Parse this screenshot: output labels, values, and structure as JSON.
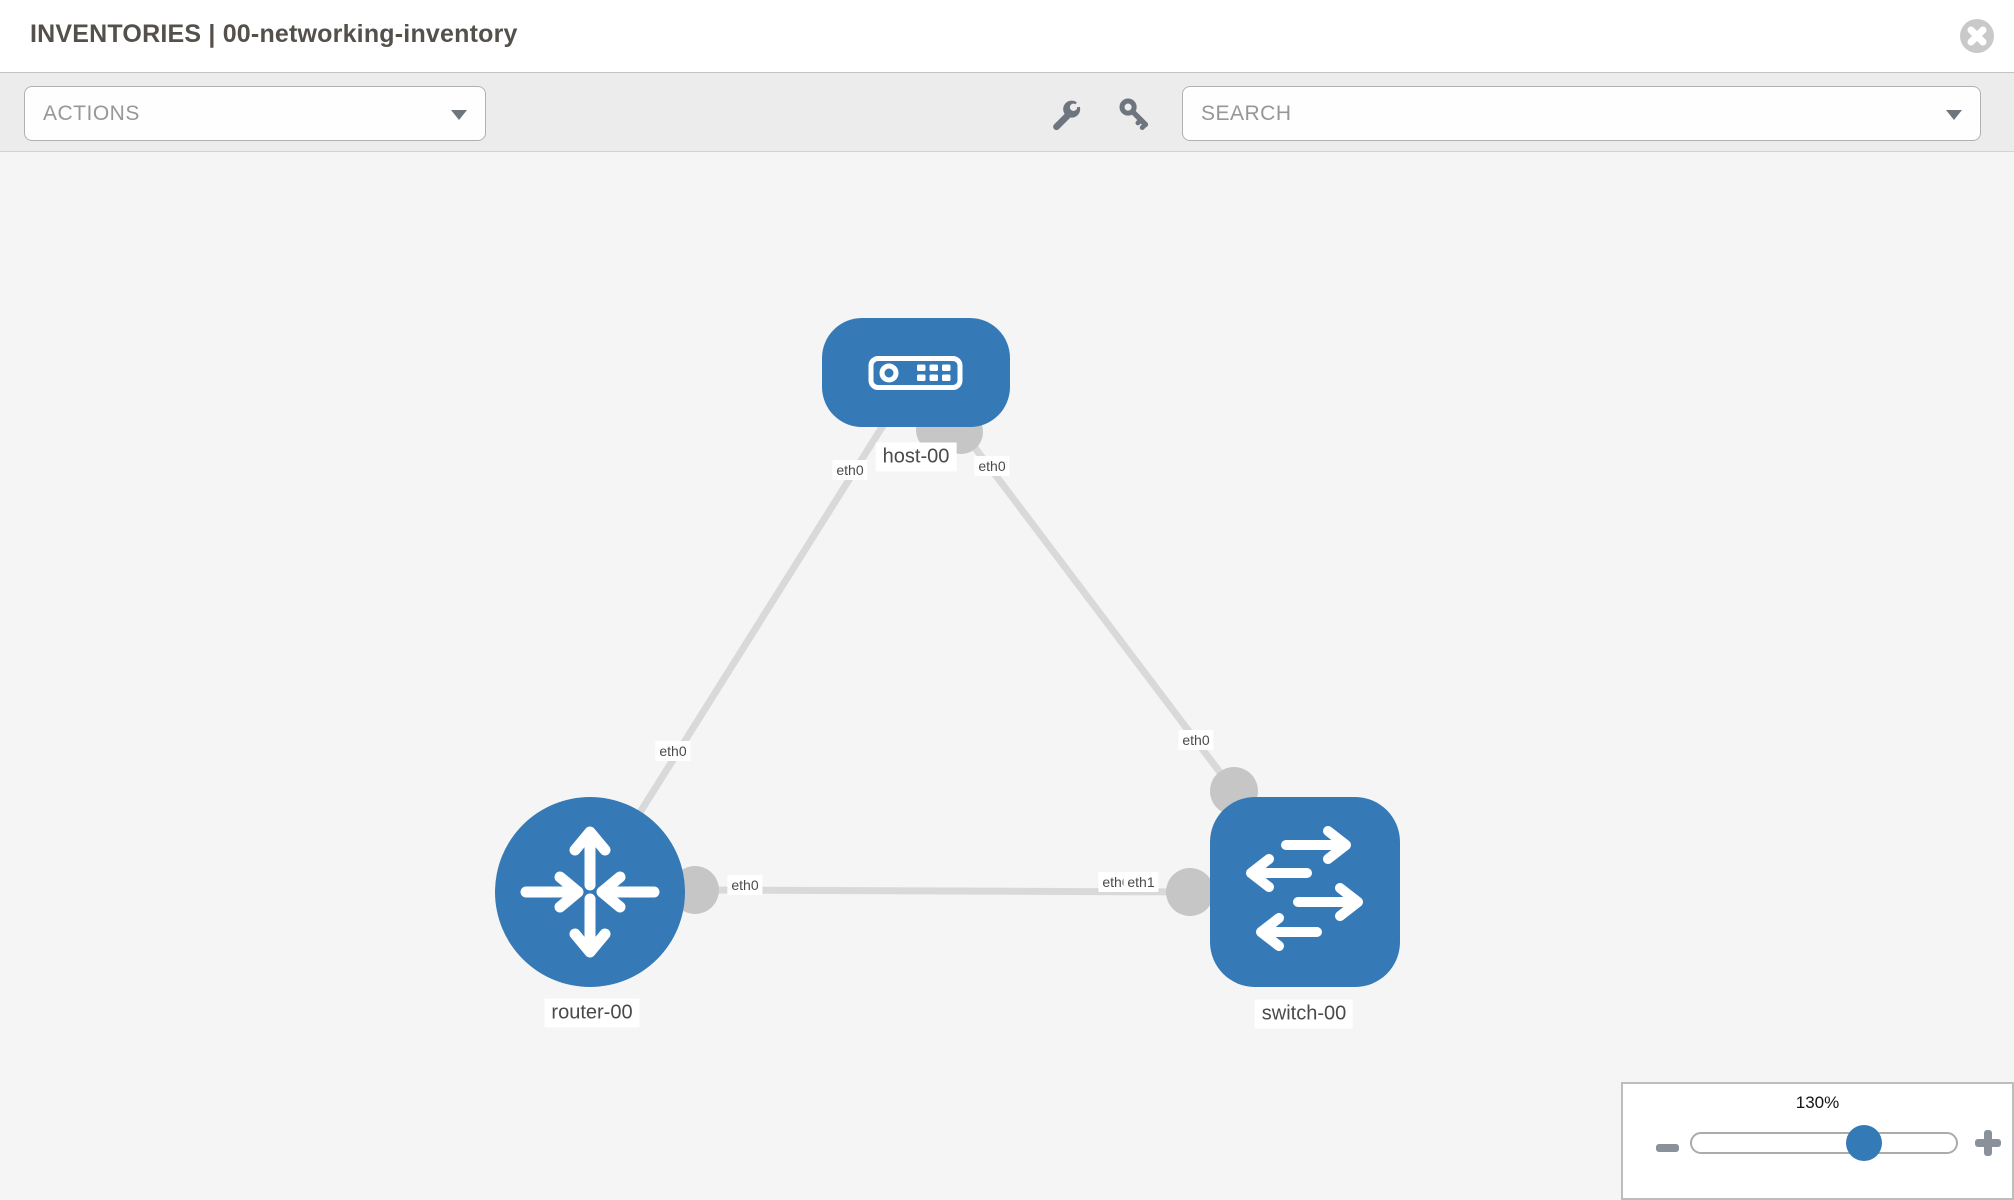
{
  "header": {
    "title": "INVENTORIES | 00-networking-inventory"
  },
  "toolbar": {
    "actions_label": "ACTIONS",
    "search_label": "SEARCH",
    "icons": [
      "wrench-icon",
      "key-icon"
    ]
  },
  "diagram": {
    "nodes": [
      {
        "id": "host-00",
        "type": "host",
        "label": "host-00",
        "icon": "server-icon"
      },
      {
        "id": "router-00",
        "type": "router",
        "label": "router-00",
        "icon": "router-icon"
      },
      {
        "id": "switch-00",
        "type": "switch",
        "label": "switch-00",
        "icon": "switch-icon"
      }
    ],
    "links": [
      {
        "source": "router-00",
        "source_interface": "eth0",
        "target": "host-00",
        "target_interface": "eth0"
      },
      {
        "source": "switch-00",
        "source_interface": "eth0",
        "target": "host-00",
        "target_interface": "eth0"
      },
      {
        "source": "router-00",
        "source_interface": "eth0",
        "target": "switch-00",
        "target_interface_labels": [
          "eth0",
          "eth1"
        ]
      }
    ],
    "iface_labels": {
      "host_left": "eth0",
      "host_right": "eth0",
      "router_top": "eth0",
      "link_left": "eth0",
      "link_right_back": "eth0",
      "link_right_front": "eth1",
      "switch_top": "eth0"
    }
  },
  "zoom_control": {
    "percent": "130%"
  },
  "colors": {
    "node_blue": "#3579b7",
    "link_gray": "#d9d9d9",
    "connector_gray": "#c6c6c6",
    "canvas_bg": "#f5f5f5",
    "toolbar_bg": "#ececec",
    "slider_thumb": "#337ab7"
  }
}
